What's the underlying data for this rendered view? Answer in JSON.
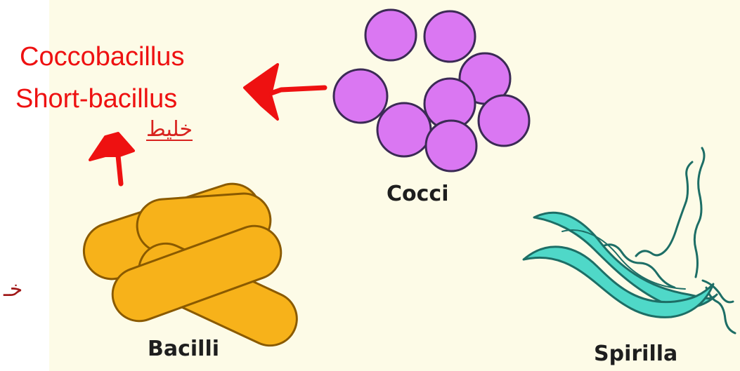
{
  "colors": {
    "panel_background": "#fdfbe7",
    "cocci_fill": "#da77f2",
    "cocci_stroke": "#3b2a55",
    "bacilli_fill": "#f7b21a",
    "bacilli_stroke": "#8a5a00",
    "spirilla_fill": "#4fd8c8",
    "spirilla_stroke": "#1d6e66",
    "annotation_red": "#ee1111"
  },
  "labels": {
    "cocci": "Cocci",
    "bacilli": "Bacilli",
    "spirilla": "Spirilla"
  },
  "annotations": {
    "line1": "Coccobacillus",
    "line2": "Short-bacillus",
    "arabic": "خليط",
    "side_fragment": "خـ"
  }
}
